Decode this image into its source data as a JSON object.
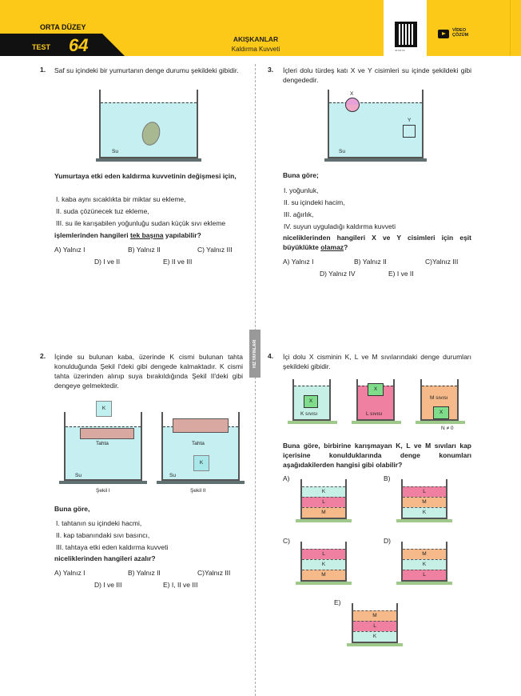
{
  "header": {
    "level": "ORTA DÜZEY",
    "test_label": "TEST",
    "test_number": "64",
    "title": "AKIŞKANLAR",
    "subtitle": "Kaldırma Kuvveti",
    "video_label_1": "VİDEO",
    "video_label_2": "ÇÖZÜM",
    "qr_caption": "40724 60"
  },
  "brand": "HIZ YAYINLARI",
  "q1": {
    "number": "1.",
    "text": "Saf su içindeki bir yumurtanın denge durumu şekildeki gibidir.",
    "liquid": "Su",
    "prompt": "Yumurtaya etki eden kaldırma kuvvetinin değişmesi için,",
    "items": [
      "I.  kaba aynı sıcaklıkta bir miktar su ekleme,",
      "II.  suda çözünecek tuz ekleme,",
      "III.  su ile karışabilen yoğunluğu sudan küçük sıvı ekleme"
    ],
    "question_a": "işlemlerinden hangileri ",
    "question_u": "tek başına",
    "question_b": " yapılabilir?",
    "options": [
      "A) Yalnız I",
      "B) Yalnız II",
      "C) Yalnız III",
      "D) I ve II",
      "E) II ve III"
    ]
  },
  "q2": {
    "number": "2.",
    "text": "İçinde su bulunan kaba, üzerinde K cismi bulunan tahta konulduğunda Şekil I'deki gibi dengede kalmaktadır. K cismi tahta üzerinden alınıp suya bırakıldığında Şekil II'deki gibi dengeye gelmektedir.",
    "object": "K",
    "board": "Tahta",
    "liquid": "Su",
    "fig1": "Şekil I",
    "fig2": "Şekil II",
    "prompt": "Buna göre,",
    "items": [
      "I.  tahtanın su içindeki hacmi,",
      "II.  kap tabanındaki sıvı basıncı,",
      "III.  tahtaya etki eden kaldırma kuvveti"
    ],
    "question": "niceliklerinden hangileri azalır?",
    "options": [
      "A) Yalnız I",
      "B) Yalnız II",
      "C)Yalnız III",
      "D) I ve III",
      "E) I, II ve III"
    ]
  },
  "q3": {
    "number": "3.",
    "text": "İçleri dolu türdeş katı X ve Y cisimleri su içinde şekildeki gibi dengededir.",
    "x": "X",
    "y": "Y",
    "liquid": "Su",
    "prompt": "Buna göre;",
    "items": [
      "I.  yoğunluk,",
      "II.  su içindeki hacim,",
      "III.  ağırlık,",
      "IV.  suyun uyguladığı kaldırma kuvveti"
    ],
    "question_a": "niceliklerinden hangileri X ve Y cisimleri için eşit büyüklükte ",
    "question_u": "olamaz",
    "question_b": "?",
    "options": [
      "A) Yalnız I",
      "B) Yalnız II",
      "C)Yalnız III",
      "D) Yalnız IV",
      "E) I ve II"
    ]
  },
  "q4": {
    "number": "4.",
    "text": "İçi dolu X cisminin K, L ve M sıvılarındaki denge durumları şekildeki gibidir.",
    "object": "X",
    "liquids": [
      "K sıvısı",
      "L sıvısı",
      "M sıvısı"
    ],
    "normal": "N ≠ 0",
    "question": "Buna göre, birbirine karışmayan K, L ve M sıvıları kap içerisine konulduklarında denge konumları aşağıdakilerden hangisi gibi olabilir?",
    "options": [
      {
        "label": "A)",
        "layers": [
          "K",
          "L",
          "M"
        ]
      },
      {
        "label": "B)",
        "layers": [
          "L",
          "M",
          "K"
        ]
      },
      {
        "label": "C)",
        "layers": [
          "L",
          "K",
          "M"
        ]
      },
      {
        "label": "D)",
        "layers": [
          "M",
          "K",
          "L"
        ]
      },
      {
        "label": "E)",
        "layers": [
          "M",
          "L",
          "K"
        ]
      }
    ]
  }
}
